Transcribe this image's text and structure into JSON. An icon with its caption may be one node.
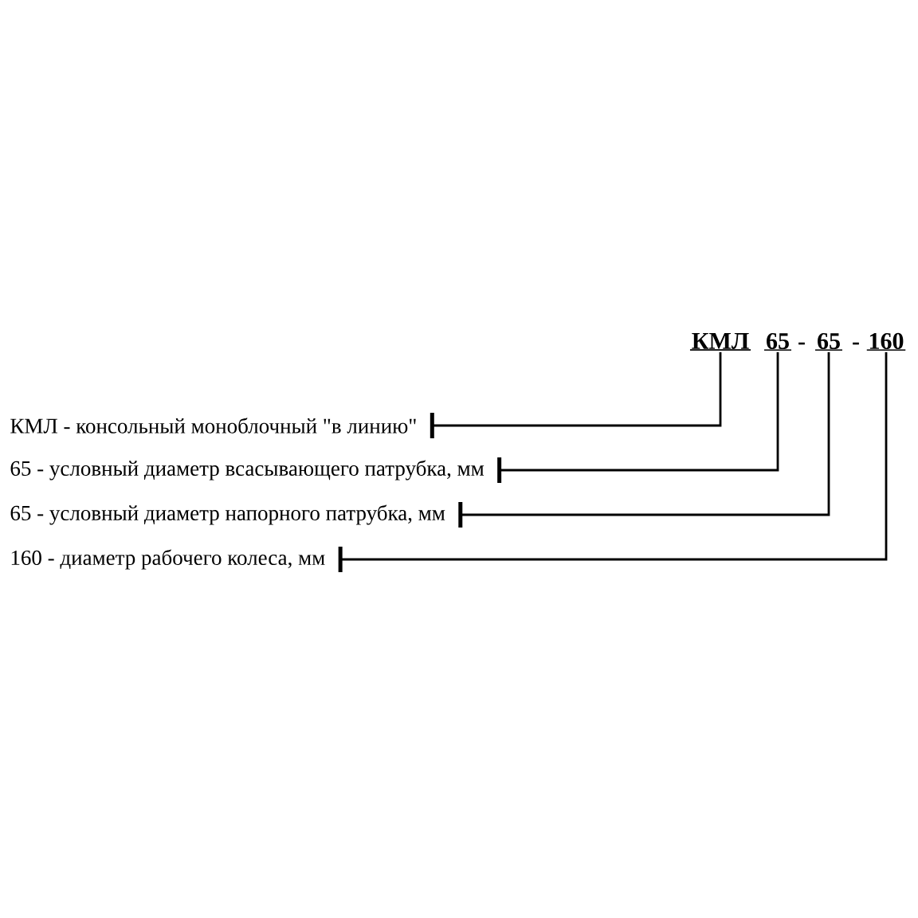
{
  "diagram": {
    "nodes": [
      {
        "text": [
          "КМЛ"
        ]
      },
      {
        "text": [
          "65"
        ]
      },
      {
        "text": [
          "65"
        ]
      },
      {
        "text": [
          "160"
        ]
      },
      {
        "text": [
          "КМЛ - консольный моноблочный \"в линию\""
        ]
      },
      {
        "text": [
          "65 - условный диаметр всасывающего патрубка, мм"
        ]
      },
      {
        "text": [
          "65 - условный диаметр напорного патрубка, мм"
        ]
      },
      {
        "text": [
          "160 - диаметр рабочего колеса, мм"
        ]
      }
    ],
    "edges": [
      {
        "from": 0,
        "to": 4,
        "arrow": "other"
      },
      {
        "from": 1,
        "to": 5,
        "arrow": "other"
      },
      {
        "from": 2,
        "to": 6,
        "arrow": "other"
      },
      {
        "from": 3,
        "to": 7,
        "arrow": "other"
      }
    ],
    "labels": [
      "-",
      "-"
    ]
  }
}
